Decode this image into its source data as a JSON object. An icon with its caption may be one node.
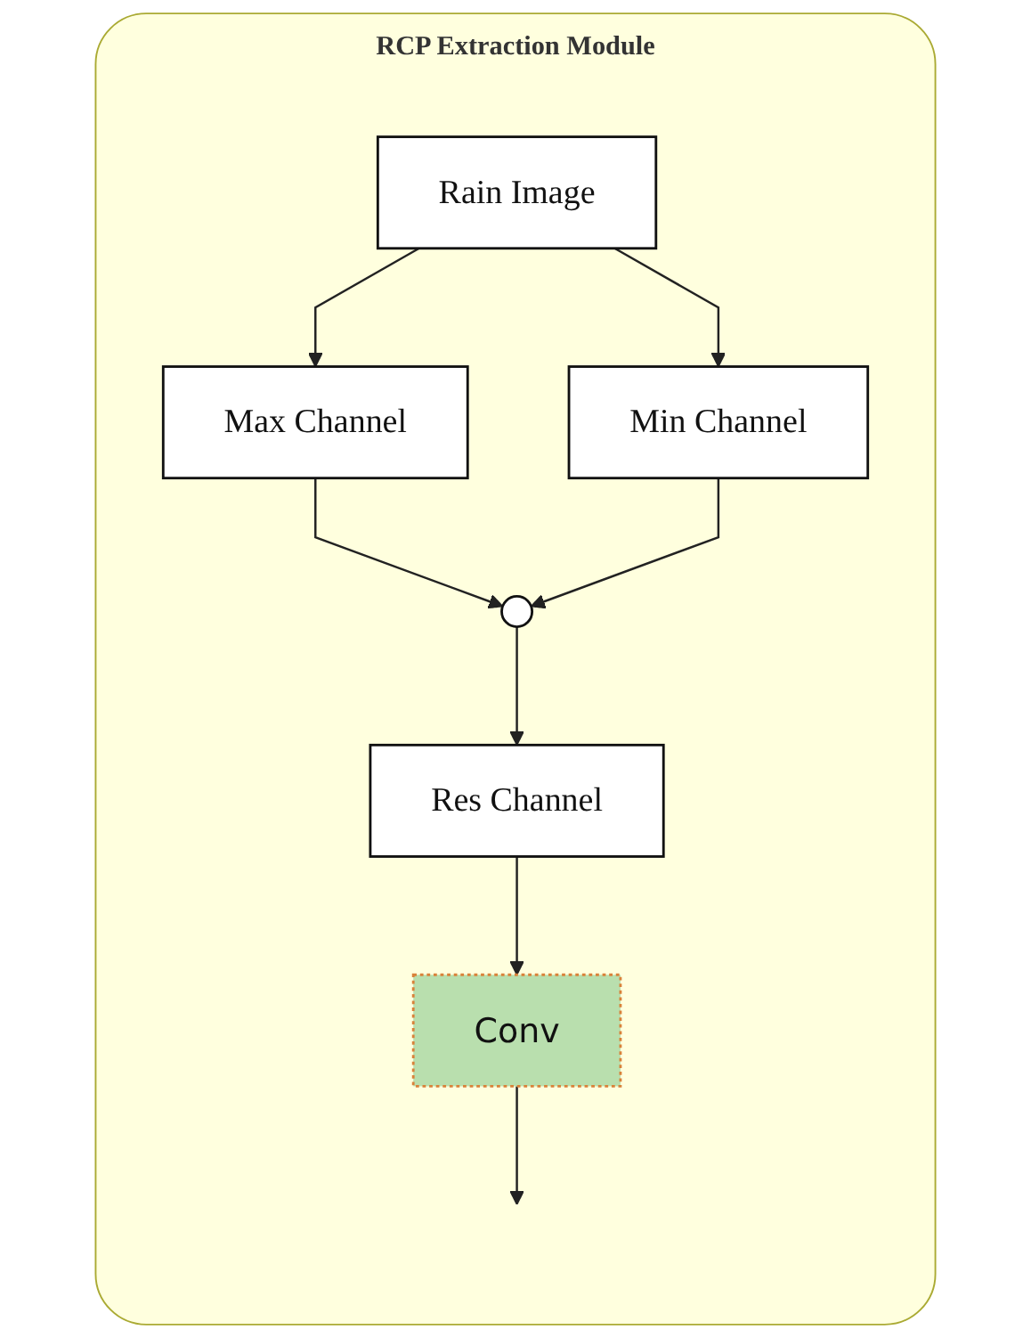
{
  "diagram": {
    "nodes": [
      {
        "text": [
          "RCP Extraction Module"
        ]
      },
      {
        "text": [
          "Rain Image"
        ],
        "in": 0
      },
      {
        "text": [
          "Max Channel"
        ],
        "in": 0
      },
      {
        "text": [
          "Min Channel"
        ],
        "in": 0
      },
      {
        "text": [],
        "shape": "circle",
        "in": 0
      },
      {
        "text": [
          "Res Channel"
        ],
        "in": 0
      },
      {
        "text": [
          "Conv"
        ],
        "in": 0
      }
    ],
    "edges": [
      {
        "from": 1,
        "to": 2,
        "arrow": "to"
      },
      {
        "from": 1,
        "to": 3,
        "arrow": "to"
      },
      {
        "from": 2,
        "to": 4,
        "arrow": "to"
      },
      {
        "from": 3,
        "to": 4,
        "arrow": "to"
      },
      {
        "from": 4,
        "to": 5,
        "arrow": "to"
      },
      {
        "from": 5,
        "to": 6,
        "arrow": "to"
      },
      {
        "from": 6,
        "to": null,
        "arrow": "to"
      }
    ]
  }
}
